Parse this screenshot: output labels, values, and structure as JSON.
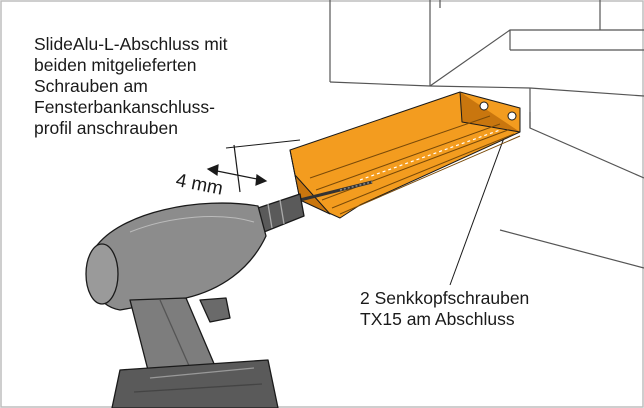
{
  "callouts": {
    "main": {
      "lines": [
        "SlideAlu-L-Abschluss mit",
        "beiden mitgelieferten",
        "Schrauben am",
        "Fensterbankanschluss-",
        "profil anschrauben"
      ]
    },
    "screws": {
      "lines": [
        "2 Senkkopfschrauben",
        "TX15 am Abschluss"
      ]
    }
  },
  "dimension": {
    "label": "4 mm"
  },
  "colors": {
    "profile": "#f39c1f",
    "profile_dark": "#c9760e",
    "drill": "#8c8c8c",
    "drill_dark": "#5a5a5a",
    "line": "#1a1a1a",
    "frame": "#bdbdbd"
  }
}
